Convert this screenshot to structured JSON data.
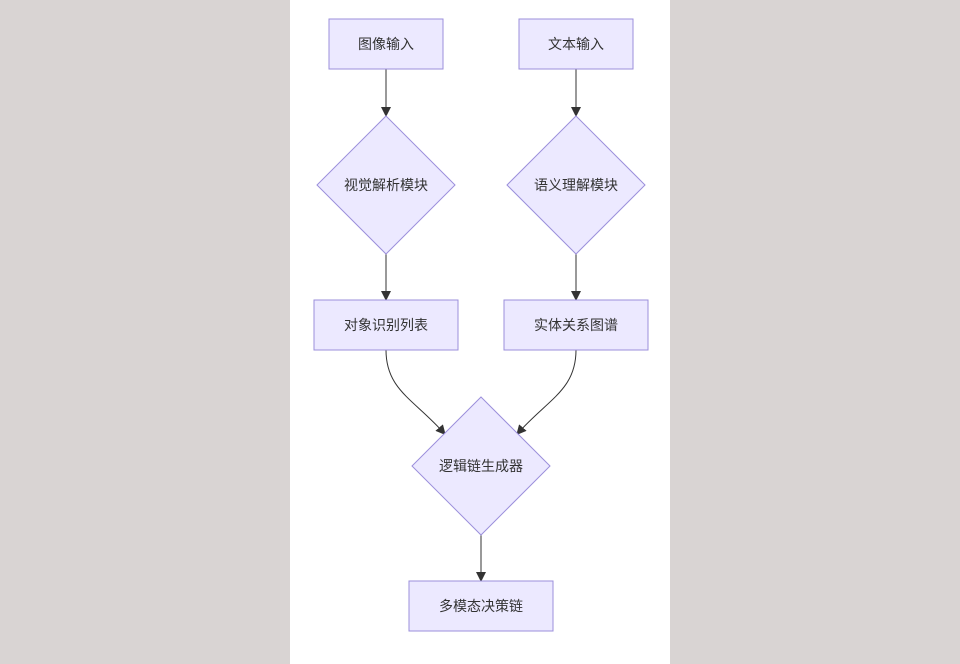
{
  "diagram": {
    "type": "flowchart",
    "colors": {
      "background": "#d9d4d3",
      "panel": "#ffffff",
      "node_fill": "#ece9ff",
      "node_stroke": "#9b8fdb",
      "edge": "#333333",
      "text": "#333333"
    },
    "nodes": [
      {
        "id": "image_input",
        "label": "图像输入",
        "shape": "rect"
      },
      {
        "id": "text_input",
        "label": "文本输入",
        "shape": "rect"
      },
      {
        "id": "visual_parse",
        "label": "视觉解析模块",
        "shape": "diamond"
      },
      {
        "id": "semantic_understand",
        "label": "语义理解模块",
        "shape": "diamond"
      },
      {
        "id": "object_list",
        "label": "对象识别列表",
        "shape": "rect"
      },
      {
        "id": "entity_graph",
        "label": "实体关系图谱",
        "shape": "rect"
      },
      {
        "id": "logic_generator",
        "label": "逻辑链生成器",
        "shape": "diamond"
      },
      {
        "id": "multimodal_chain",
        "label": "多模态决策链",
        "shape": "rect"
      }
    ],
    "edges": [
      {
        "from": "image_input",
        "to": "visual_parse"
      },
      {
        "from": "visual_parse",
        "to": "object_list"
      },
      {
        "from": "text_input",
        "to": "semantic_understand"
      },
      {
        "from": "semantic_understand",
        "to": "entity_graph"
      },
      {
        "from": "object_list",
        "to": "logic_generator"
      },
      {
        "from": "entity_graph",
        "to": "logic_generator"
      },
      {
        "from": "logic_generator",
        "to": "multimodal_chain"
      }
    ]
  }
}
